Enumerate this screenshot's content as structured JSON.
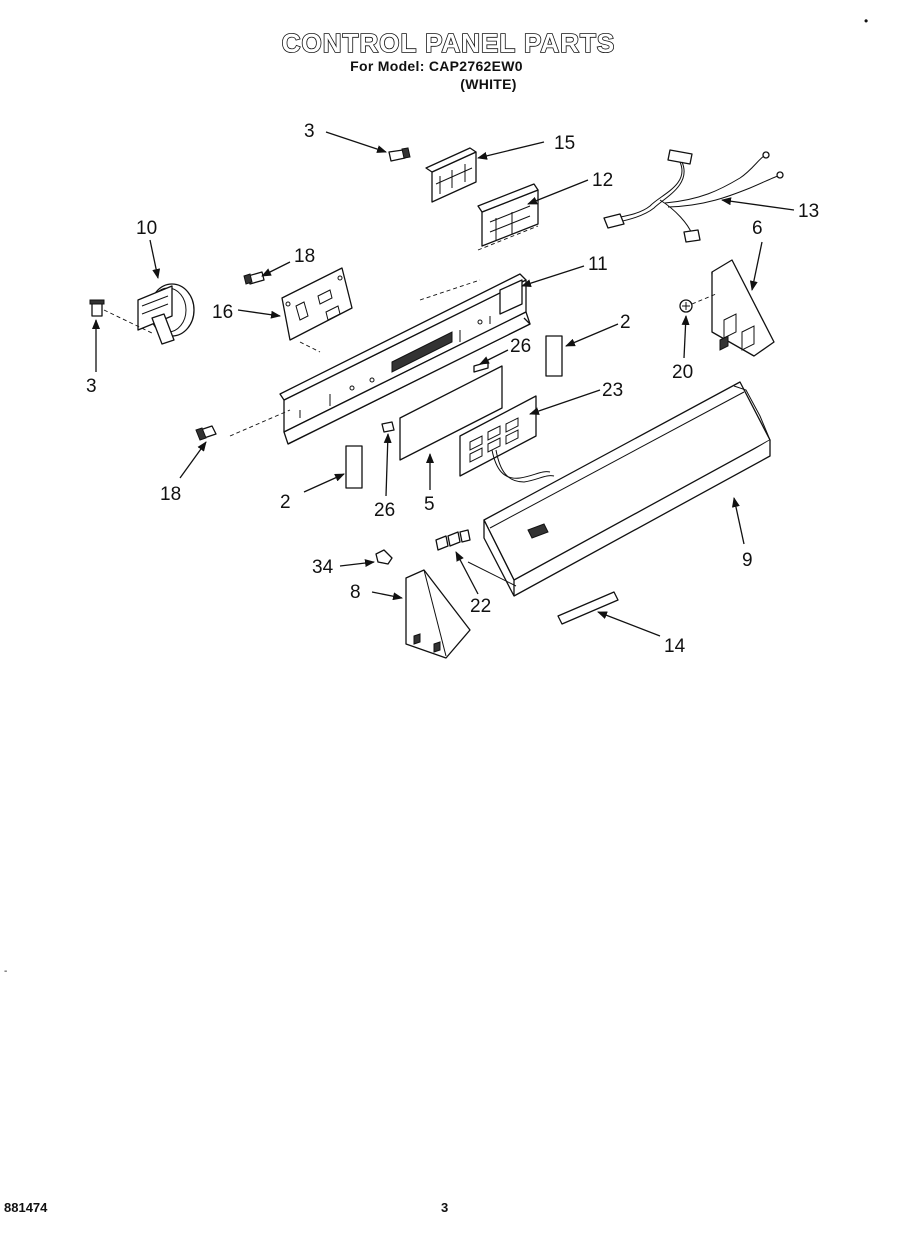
{
  "header": {
    "title": "CONTROL PANEL PARTS",
    "model_line": "For Model: CAP2762EW0",
    "color_line": "(WHITE)"
  },
  "corner_mark": "•",
  "callouts": {
    "c3_top": "3",
    "c15": "15",
    "c12": "12",
    "c13": "13",
    "c10": "10",
    "c18_top": "18",
    "c11": "11",
    "c6": "6",
    "c16": "16",
    "c2_right": "2",
    "c26_top": "26",
    "c20": "20",
    "c3_left": "3",
    "c23": "23",
    "c18_left": "18",
    "c2_left": "2",
    "c26_bottom": "26",
    "c5": "5",
    "c9": "9",
    "c34": "34",
    "c8": "8",
    "c22": "22",
    "c14": "14"
  },
  "footer": {
    "doc_number": "881474",
    "page_number": "3",
    "tick": "-"
  }
}
